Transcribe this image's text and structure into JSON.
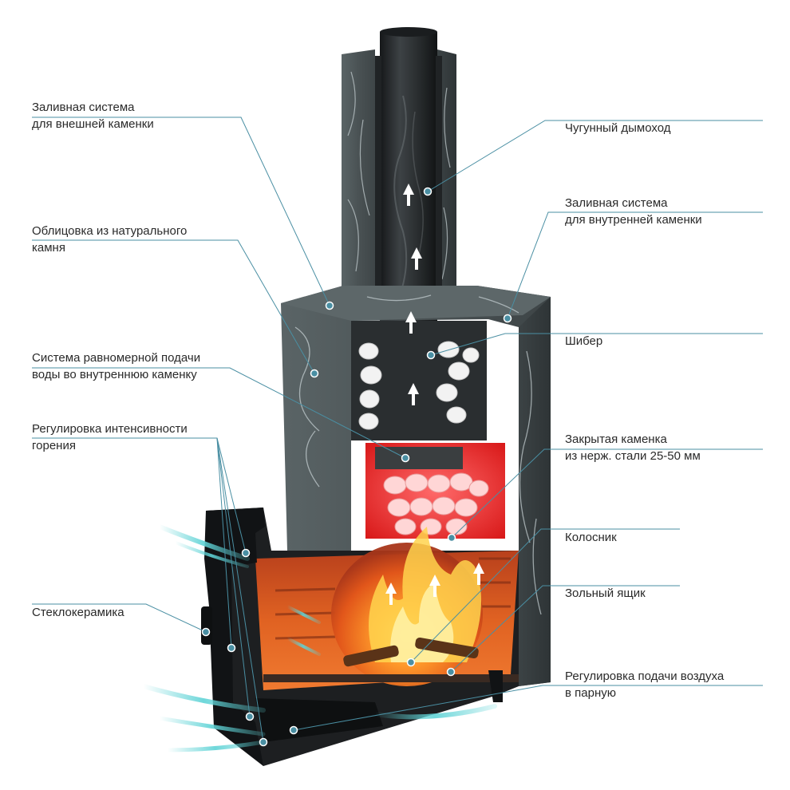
{
  "labels_left": [
    {
      "id": "pour-outer",
      "lines": [
        "Заливная система",
        "для внешней каменки"
      ]
    },
    {
      "id": "stone-cladding",
      "lines": [
        "Облицовка из натурального",
        "камня"
      ]
    },
    {
      "id": "water-feed",
      "lines": [
        "Система равномерной подачи",
        "воды во внутреннюю каменку"
      ]
    },
    {
      "id": "burn-control",
      "lines": [
        "Регулировка интенсивности",
        "горения"
      ]
    },
    {
      "id": "glass-ceramic",
      "lines": [
        "Стеклокерамика"
      ]
    }
  ],
  "labels_right": [
    {
      "id": "cast-chimney",
      "lines": [
        "Чугунный дымоход"
      ]
    },
    {
      "id": "pour-inner",
      "lines": [
        "Заливная система",
        "для внутренней каменки"
      ]
    },
    {
      "id": "damper",
      "lines": [
        "Шибер"
      ]
    },
    {
      "id": "closed-heater",
      "lines": [
        "Закрытая каменка",
        "из нерж. стали 25-50 мм"
      ]
    },
    {
      "id": "grate",
      "lines": [
        "Колосник"
      ]
    },
    {
      "id": "ash-box",
      "lines": [
        "Зольный ящик"
      ]
    },
    {
      "id": "air-control",
      "lines": [
        "Регулировка подачи воздуха",
        "в парную"
      ]
    }
  ],
  "colors": {
    "leader": "#4a8fa3",
    "stone": "#4d5658",
    "stone_vein": "#c9d3d6",
    "steel": "#2b2e30",
    "fire_inner": "#e65a1c",
    "ember": "#ff8a2a",
    "heater_red": "#e02020",
    "air_stream": "#5fd3d6"
  }
}
